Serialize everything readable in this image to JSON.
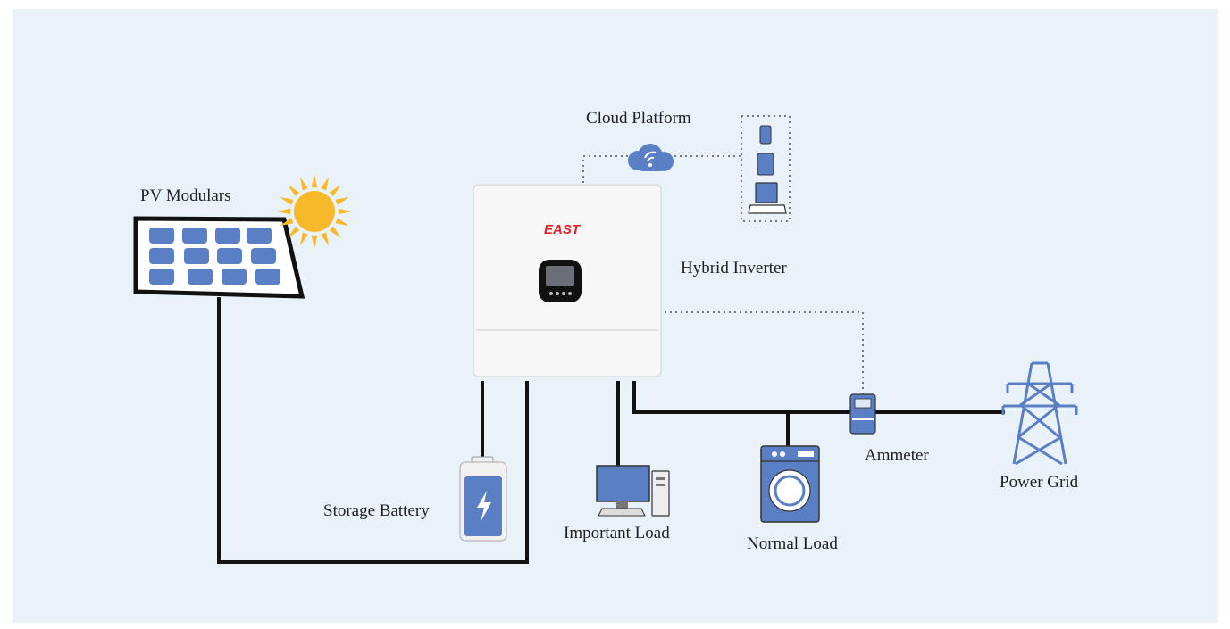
{
  "labels": {
    "pv": "PV Modulars",
    "cloud": "Cloud Platform",
    "inverter": "Hybrid Inverter",
    "battery": "Storage Battery",
    "important_load": "Important Load",
    "normal_load": "Normal Load",
    "ammeter": "Ammeter",
    "grid": "Power Grid"
  },
  "brand": {
    "logo_text": "EAST"
  },
  "colors": {
    "background": "#e9f1f9",
    "device_blue": "#5b7fc4",
    "wire": "#111111",
    "sun": "#f7b829",
    "inverter_body": "#f7f7f7",
    "brand_red": "#d9262b"
  }
}
